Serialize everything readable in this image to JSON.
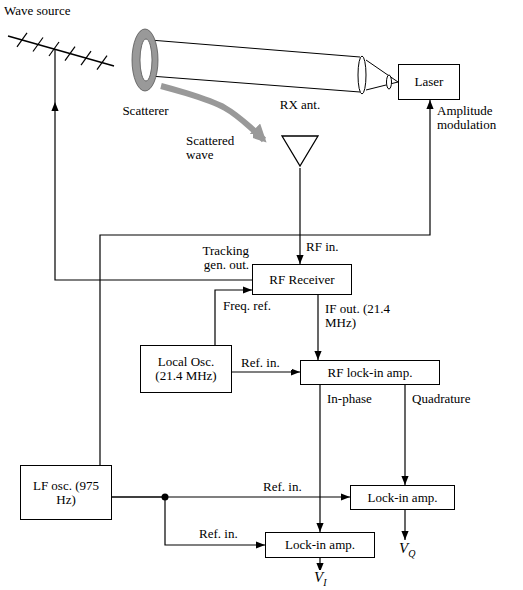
{
  "diagram": {
    "nodes": [
      {
        "text": [
          "Wave source"
        ]
      },
      {
        "text": [
          "Scatterer"
        ]
      },
      {
        "text": [
          "Laser"
        ]
      },
      {
        "text": [
          "RX ant."
        ]
      },
      {
        "text": [
          "RF Receiver"
        ]
      },
      {
        "text": [
          "Local Osc. (21.4 MHz)"
        ]
      },
      {
        "text": [
          "RF lock-in amp."
        ]
      },
      {
        "text": [
          "LF osc. (975 Hz)"
        ]
      },
      {
        "text": [
          "Lock-in amp."
        ]
      },
      {
        "text": [
          "Lock-in amp."
        ]
      }
    ],
    "edges": [
      {
        "from": 3,
        "to": 4,
        "label": "RF in.",
        "arrow": "to"
      },
      {
        "from": 4,
        "to": 0,
        "label": "Tracking gen. out.",
        "arrow": "to"
      },
      {
        "from": 5,
        "to": 4,
        "label": "Freq. ref.",
        "arrow": "to"
      },
      {
        "from": 4,
        "to": 6,
        "label": "IF out. (21.4 MHz)",
        "arrow": "to"
      },
      {
        "from": 5,
        "to": 6,
        "label": "Ref. in.",
        "arrow": "to"
      },
      {
        "from": 6,
        "to": 9,
        "label": "In-phase",
        "arrow": "to"
      },
      {
        "from": 6,
        "to": 8,
        "label": "Quadrature",
        "arrow": "to"
      },
      {
        "from": 7,
        "to": 2,
        "label": "Amplitude modulation",
        "arrow": "to"
      },
      {
        "from": 7,
        "to": 8,
        "label": "Ref. in.",
        "arrow": "to"
      },
      {
        "from": 7,
        "to": 9,
        "label": "Ref. in.",
        "arrow": "to"
      },
      {
        "from": 1,
        "to": 3,
        "label": "Scattered wave",
        "arrow": "to"
      }
    ],
    "labels": [
      "VQ",
      "VI"
    ]
  }
}
